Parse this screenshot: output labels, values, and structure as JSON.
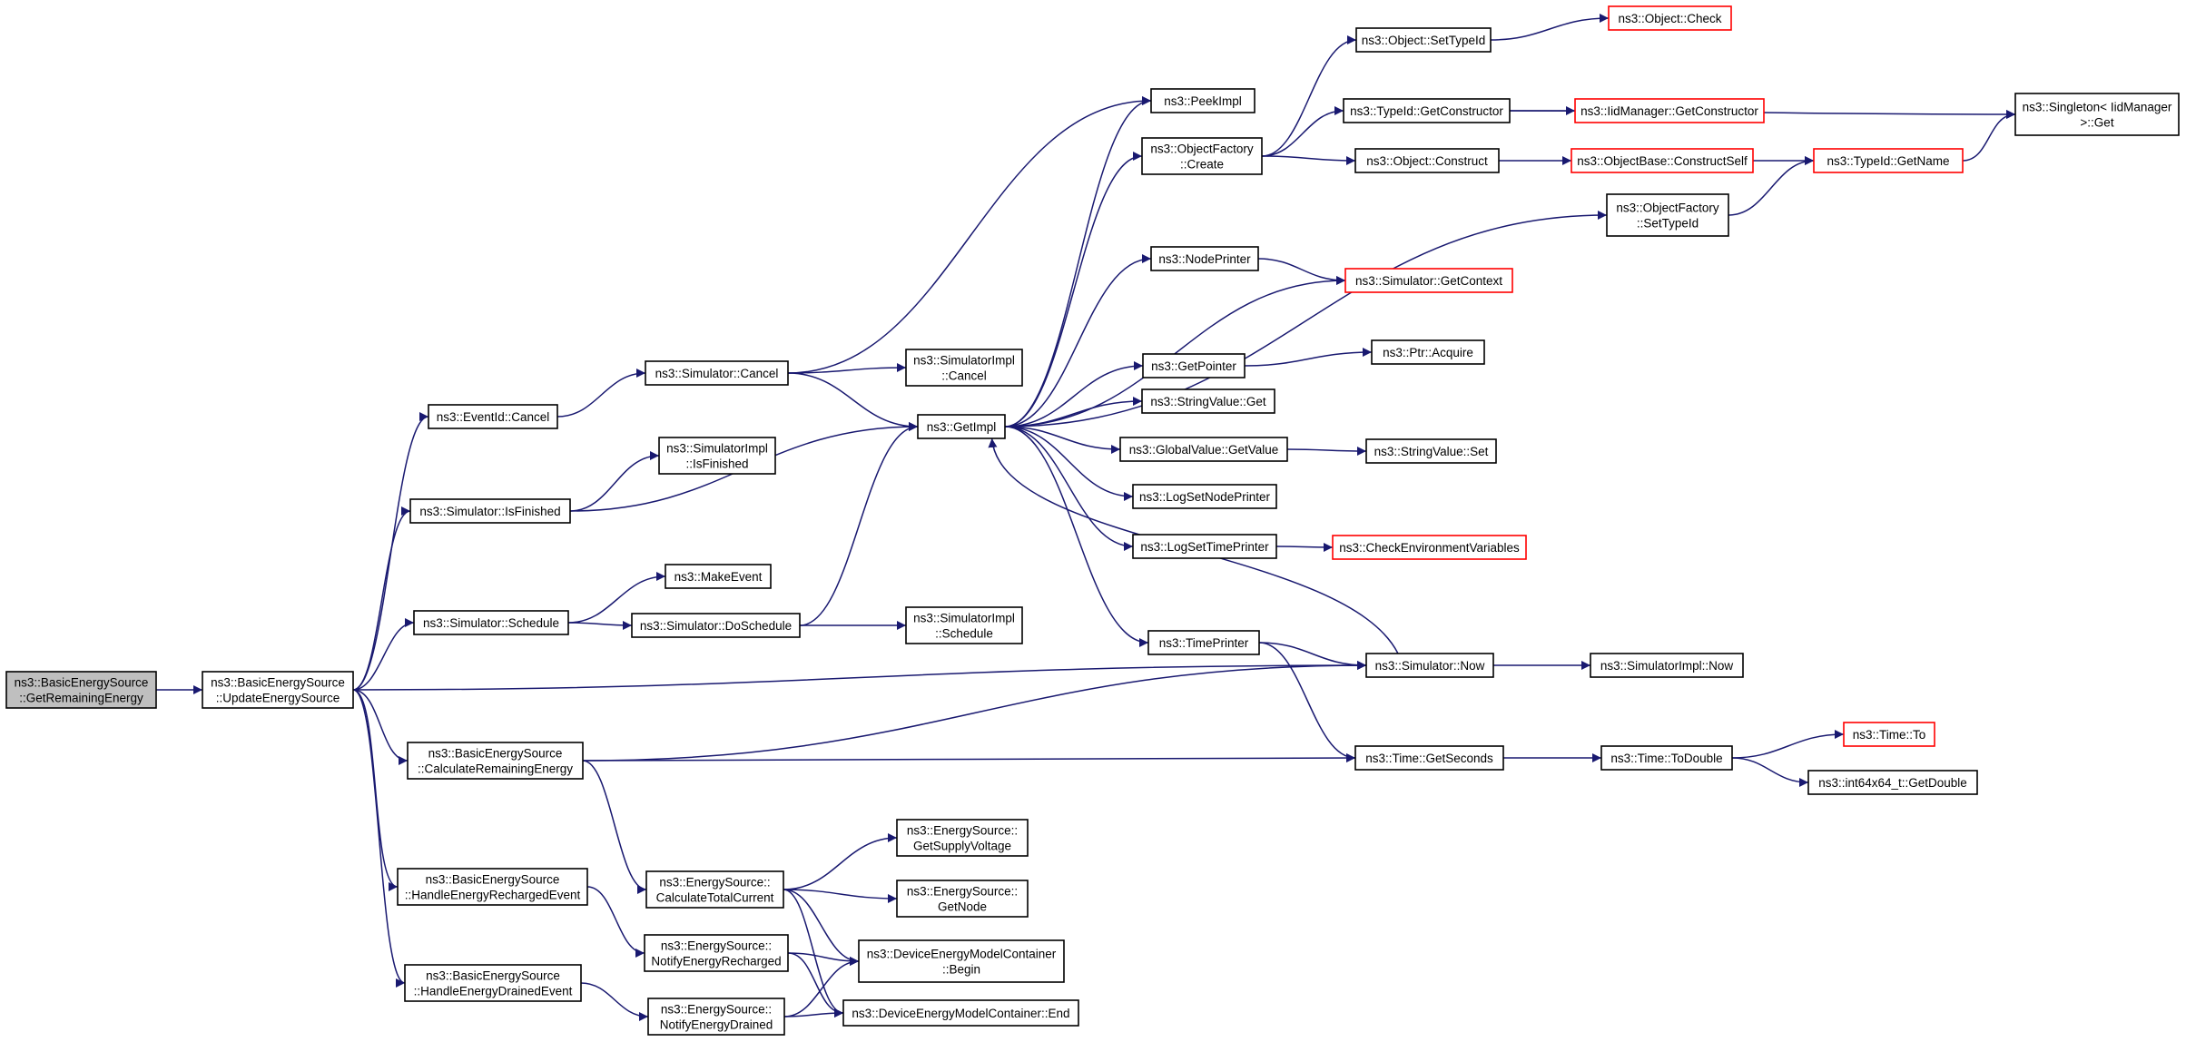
{
  "diagram": {
    "colors": {
      "edge": "#191970",
      "node_border": "#000000",
      "incomplete_border": "#ff0000",
      "root_fill": "#bfbfbf"
    },
    "nodes": [
      {
        "id": "n1",
        "lines": [
          "ns3::BasicEnergySource",
          "::GetRemainingEnergy"
        ],
        "style": "root"
      },
      {
        "id": "n2",
        "lines": [
          "ns3::BasicEnergySource",
          "::UpdateEnergySource"
        ],
        "style": "normal"
      },
      {
        "id": "n3",
        "lines": [
          "ns3::EventId::Cancel"
        ],
        "style": "normal"
      },
      {
        "id": "n4",
        "lines": [
          "ns3::Simulator::IsFinished"
        ],
        "style": "normal"
      },
      {
        "id": "n5",
        "lines": [
          "ns3::Simulator::Schedule"
        ],
        "style": "normal"
      },
      {
        "id": "n6",
        "lines": [
          "ns3::BasicEnergySource",
          "::CalculateRemainingEnergy"
        ],
        "style": "normal"
      },
      {
        "id": "n7",
        "lines": [
          "ns3::BasicEnergySource",
          "::HandleEnergyRechargedEvent"
        ],
        "style": "normal"
      },
      {
        "id": "n8",
        "lines": [
          "ns3::BasicEnergySource",
          "::HandleEnergyDrainedEvent"
        ],
        "style": "normal"
      },
      {
        "id": "n9",
        "lines": [
          "ns3::Simulator::Cancel"
        ],
        "style": "normal"
      },
      {
        "id": "n10",
        "lines": [
          "ns3::SimulatorImpl",
          "::IsFinished"
        ],
        "style": "normal"
      },
      {
        "id": "n11",
        "lines": [
          "ns3::MakeEvent"
        ],
        "style": "normal"
      },
      {
        "id": "n12",
        "lines": [
          "ns3::Simulator::DoSchedule"
        ],
        "style": "normal"
      },
      {
        "id": "n13",
        "lines": [
          "ns3::EnergySource::",
          "CalculateTotalCurrent"
        ],
        "style": "normal"
      },
      {
        "id": "n14",
        "lines": [
          "ns3::EnergySource::",
          "NotifyEnergyRecharged"
        ],
        "style": "normal"
      },
      {
        "id": "n15",
        "lines": [
          "ns3::EnergySource::",
          "NotifyEnergyDrained"
        ],
        "style": "normal"
      },
      {
        "id": "n16",
        "lines": [
          "ns3::SimulatorImpl",
          "::Cancel"
        ],
        "style": "normal"
      },
      {
        "id": "n17",
        "lines": [
          "ns3::GetImpl"
        ],
        "style": "normal"
      },
      {
        "id": "n18",
        "lines": [
          "ns3::SimulatorImpl",
          "::Schedule"
        ],
        "style": "normal"
      },
      {
        "id": "n19",
        "lines": [
          "ns3::EnergySource::",
          "GetSupplyVoltage"
        ],
        "style": "normal"
      },
      {
        "id": "n20",
        "lines": [
          "ns3::EnergySource::",
          "GetNode"
        ],
        "style": "normal"
      },
      {
        "id": "n21",
        "lines": [
          "ns3::DeviceEnergyModelContainer",
          "::Begin"
        ],
        "style": "normal"
      },
      {
        "id": "n22",
        "lines": [
          "ns3::DeviceEnergyModelContainer::End"
        ],
        "style": "normal"
      },
      {
        "id": "n23",
        "lines": [
          "ns3::PeekImpl"
        ],
        "style": "normal"
      },
      {
        "id": "n24",
        "lines": [
          "ns3::ObjectFactory",
          "::Create"
        ],
        "style": "normal"
      },
      {
        "id": "n25",
        "lines": [
          "ns3::NodePrinter"
        ],
        "style": "normal"
      },
      {
        "id": "n26",
        "lines": [
          "ns3::GetPointer"
        ],
        "style": "normal"
      },
      {
        "id": "n27",
        "lines": [
          "ns3::StringValue::Get"
        ],
        "style": "normal"
      },
      {
        "id": "n28",
        "lines": [
          "ns3::GlobalValue::GetValue"
        ],
        "style": "normal"
      },
      {
        "id": "n29",
        "lines": [
          "ns3::LogSetNodePrinter"
        ],
        "style": "normal"
      },
      {
        "id": "n30",
        "lines": [
          "ns3::LogSetTimePrinter"
        ],
        "style": "normal"
      },
      {
        "id": "n31",
        "lines": [
          "ns3::TimePrinter"
        ],
        "style": "normal"
      },
      {
        "id": "n32",
        "lines": [
          "ns3::Object::SetTypeId"
        ],
        "style": "normal"
      },
      {
        "id": "n33",
        "lines": [
          "ns3::TypeId::GetConstructor"
        ],
        "style": "normal"
      },
      {
        "id": "n34",
        "lines": [
          "ns3::Object::Construct"
        ],
        "style": "normal"
      },
      {
        "id": "n35",
        "lines": [
          "ns3::ObjectFactory",
          "::SetTypeId"
        ],
        "style": "normal"
      },
      {
        "id": "n36",
        "lines": [
          "ns3::Simulator::GetContext"
        ],
        "style": "incomplete"
      },
      {
        "id": "n37",
        "lines": [
          "ns3::Ptr::Acquire"
        ],
        "style": "normal"
      },
      {
        "id": "n38",
        "lines": [
          "ns3::StringValue::Set"
        ],
        "style": "normal"
      },
      {
        "id": "n39",
        "lines": [
          "ns3::CheckEnvironmentVariables"
        ],
        "style": "incomplete"
      },
      {
        "id": "n40",
        "lines": [
          "ns3::Simulator::Now"
        ],
        "style": "normal"
      },
      {
        "id": "n41",
        "lines": [
          "ns3::Time::GetSeconds"
        ],
        "style": "normal"
      },
      {
        "id": "n42",
        "lines": [
          "ns3::Object::Check"
        ],
        "style": "incomplete"
      },
      {
        "id": "n43",
        "lines": [
          "ns3::IidManager::GetConstructor"
        ],
        "style": "incomplete"
      },
      {
        "id": "n44",
        "lines": [
          "ns3::ObjectBase::ConstructSelf"
        ],
        "style": "incomplete"
      },
      {
        "id": "n45",
        "lines": [
          "ns3::TypeId::GetName"
        ],
        "style": "incomplete"
      },
      {
        "id": "n46",
        "lines": [
          "ns3::Singleton< IidManager",
          ">::Get"
        ],
        "style": "normal"
      },
      {
        "id": "n47",
        "lines": [
          "ns3::SimulatorImpl::Now"
        ],
        "style": "normal"
      },
      {
        "id": "n48",
        "lines": [
          "ns3::Time::ToDouble"
        ],
        "style": "normal"
      },
      {
        "id": "n49",
        "lines": [
          "ns3::Time::To"
        ],
        "style": "incomplete"
      },
      {
        "id": "n50",
        "lines": [
          "ns3::int64x64_t::GetDouble"
        ],
        "style": "normal"
      }
    ],
    "edges": [
      [
        "n1",
        "n2"
      ],
      [
        "n2",
        "n3"
      ],
      [
        "n2",
        "n4"
      ],
      [
        "n2",
        "n5"
      ],
      [
        "n2",
        "n6"
      ],
      [
        "n2",
        "n7"
      ],
      [
        "n2",
        "n8"
      ],
      [
        "n2",
        "n40"
      ],
      [
        "n3",
        "n9"
      ],
      [
        "n9",
        "n16"
      ],
      [
        "n9",
        "n17"
      ],
      [
        "n9",
        "n23"
      ],
      [
        "n4",
        "n10"
      ],
      [
        "n4",
        "n17"
      ],
      [
        "n5",
        "n11"
      ],
      [
        "n5",
        "n12"
      ],
      [
        "n12",
        "n17"
      ],
      [
        "n12",
        "n18"
      ],
      [
        "n6",
        "n13"
      ],
      [
        "n6",
        "n40"
      ],
      [
        "n6",
        "n41"
      ],
      [
        "n7",
        "n14"
      ],
      [
        "n8",
        "n15"
      ],
      [
        "n13",
        "n19"
      ],
      [
        "n13",
        "n20"
      ],
      [
        "n13",
        "n21"
      ],
      [
        "n13",
        "n22"
      ],
      [
        "n14",
        "n21"
      ],
      [
        "n14",
        "n22"
      ],
      [
        "n15",
        "n21"
      ],
      [
        "n15",
        "n22"
      ],
      [
        "n17",
        "n23"
      ],
      [
        "n17",
        "n24"
      ],
      [
        "n17",
        "n35"
      ],
      [
        "n17",
        "n25"
      ],
      [
        "n17",
        "n36"
      ],
      [
        "n17",
        "n26"
      ],
      [
        "n17",
        "n27"
      ],
      [
        "n17",
        "n28"
      ],
      [
        "n17",
        "n29"
      ],
      [
        "n17",
        "n30"
      ],
      [
        "n17",
        "n31"
      ],
      [
        "n40",
        "n17"
      ],
      [
        "n24",
        "n32"
      ],
      [
        "n24",
        "n33"
      ],
      [
        "n24",
        "n34"
      ],
      [
        "n32",
        "n42"
      ],
      [
        "n33",
        "n43"
      ],
      [
        "n33",
        "n46"
      ],
      [
        "n34",
        "n44"
      ],
      [
        "n44",
        "n45"
      ],
      [
        "n35",
        "n45"
      ],
      [
        "n45",
        "n46"
      ],
      [
        "n25",
        "n36"
      ],
      [
        "n26",
        "n37"
      ],
      [
        "n28",
        "n38"
      ],
      [
        "n30",
        "n39"
      ],
      [
        "n31",
        "n40"
      ],
      [
        "n31",
        "n41"
      ],
      [
        "n40",
        "n47"
      ],
      [
        "n41",
        "n48"
      ],
      [
        "n48",
        "n49"
      ],
      [
        "n48",
        "n50"
      ]
    ]
  }
}
